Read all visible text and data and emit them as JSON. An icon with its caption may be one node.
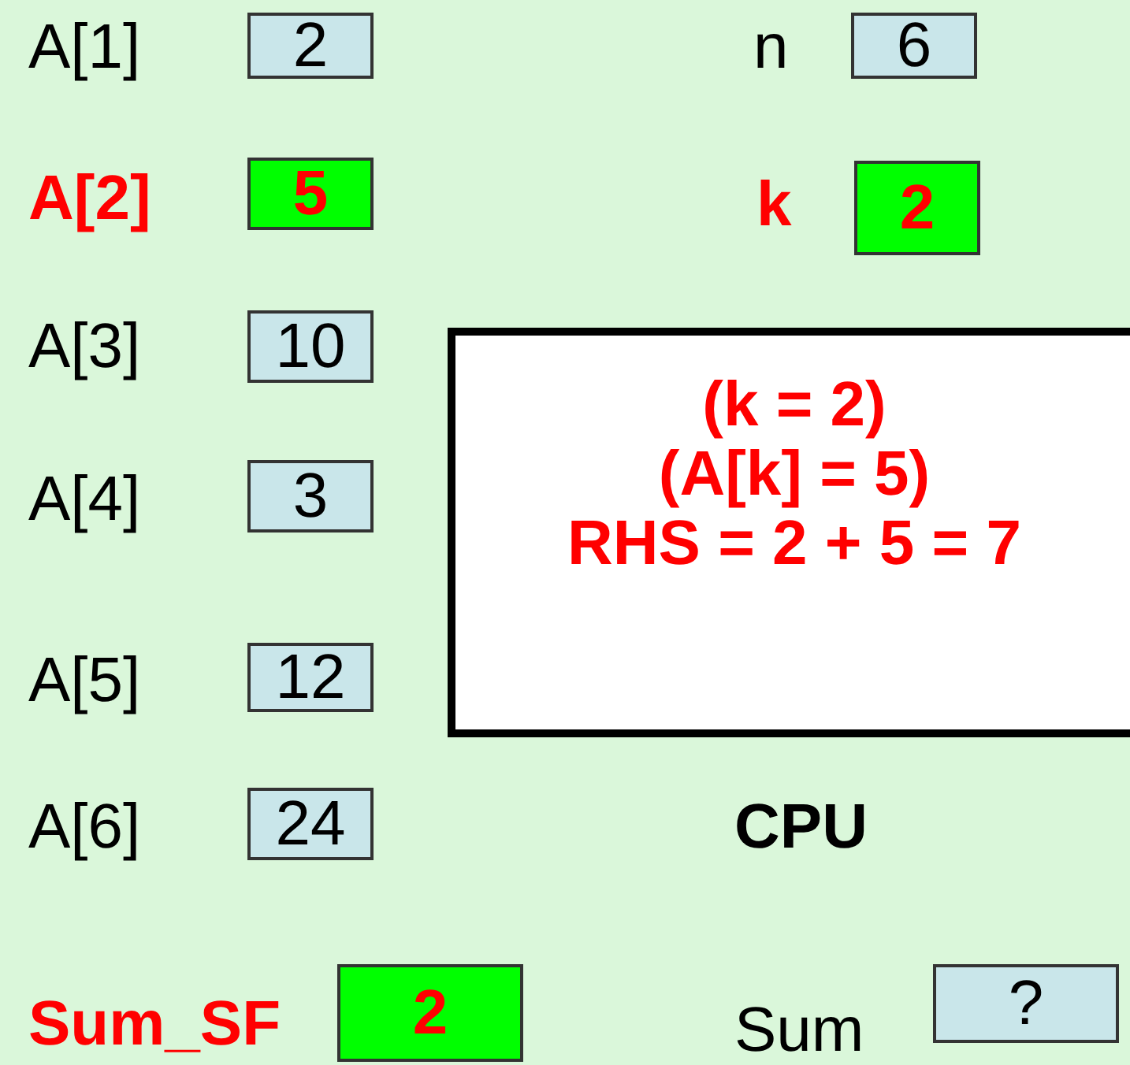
{
  "diagram": {
    "nodes": [
      {
        "text": [
          "2"
        ],
        "beside": [
          "A[1]"
        ]
      },
      {
        "text": [
          "6"
        ],
        "beside": [
          "n"
        ]
      },
      {
        "text": [
          "5"
        ],
        "beside": [
          "A[2]"
        ]
      },
      {
        "text": [
          "2"
        ],
        "beside": [
          "k"
        ]
      },
      {
        "text": [
          "10"
        ],
        "beside": [
          "A[3]"
        ]
      },
      {
        "text": [
          "(k = 2)",
          "(A[k] = 5)",
          "RHS = 2 + 5 = 7"
        ],
        "beside": [
          "CPU"
        ]
      },
      {
        "text": [
          "3"
        ],
        "beside": [
          "A[4]"
        ]
      },
      {
        "text": [
          "12"
        ],
        "beside": [
          "A[5]"
        ]
      },
      {
        "text": [
          "24"
        ],
        "beside": [
          "A[6]"
        ]
      },
      {
        "text": [
          "2"
        ],
        "beside": [
          "Sum_SF"
        ]
      },
      {
        "text": [
          "?"
        ],
        "beside": [
          "Sum"
        ]
      }
    ]
  }
}
